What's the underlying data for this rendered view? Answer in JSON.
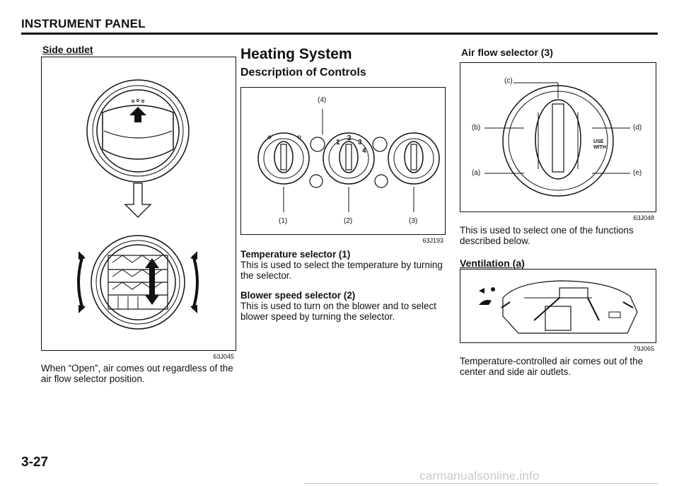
{
  "header": {
    "title": "INSTRUMENT PANEL"
  },
  "col1": {
    "title": "Side outlet",
    "figure_code": "63J045",
    "caption": "When “Open”, air comes out regardless of the air flow selector position."
  },
  "col2": {
    "title": "Heating System",
    "subtitle": "Description of Controls",
    "figure_code": "63J193",
    "labels": {
      "top": "(4)",
      "k1": "(1)",
      "k2": "(2)",
      "k3": "(3)"
    },
    "dial_numbers": [
      "1",
      "2",
      "3",
      "4"
    ],
    "temp_title": "Temperature selector (1)",
    "temp_body": "This is used to select the temperature by turning the selector.",
    "blower_title": "Blower speed selector (2)",
    "blower_body": "This is used to turn on the blower and to select blower speed by turning the selector."
  },
  "col3": {
    "title": "Air flow selector (3)",
    "labels": {
      "a": "(a)",
      "b": "(b)",
      "c": "(c)",
      "d": "(d)",
      "e": "(e)"
    },
    "use_with": [
      "USE",
      "WITH"
    ],
    "figure_code": "63J048",
    "desc": "This is used to select one of the functions described below.",
    "vent_title": "Ventilation (a)",
    "vent_code": "79J065",
    "vent_body": "Temperature-controlled air comes out of the center and side air outlets."
  },
  "footer": {
    "page": "3-27",
    "watermark": "carmanualsonline.info"
  }
}
